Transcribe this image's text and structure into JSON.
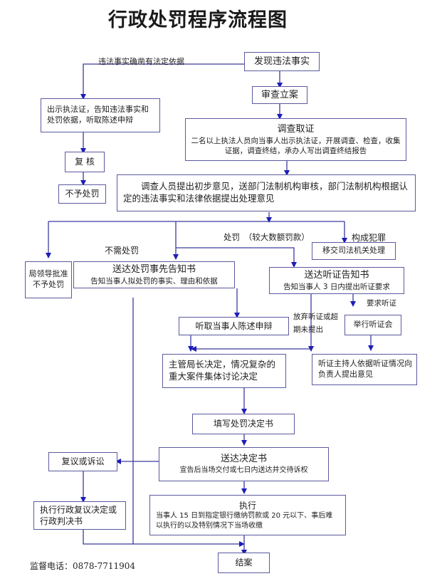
{
  "title": "行政处罚程序流程图",
  "colors": {
    "line": "#3b3a9e",
    "arrow": "#1d1db8",
    "border": "#5b5a9e"
  },
  "nodes": {
    "discover": {
      "text": "发现违法事实"
    },
    "review_filing": {
      "text": "审查立案"
    },
    "investigate": {
      "title": "调查取证",
      "desc": "二名以上执法人员向当事人出示执法证，开展调查、检查，收集证据，调查终结，承办人写出调查终结报告"
    },
    "summary_notice": {
      "text": "出示执法证，告知违法事实和处罚依据，听取陈述申辩"
    },
    "recheck": {
      "text": "复 核"
    },
    "no_penalty": {
      "text": "不予处罚"
    },
    "preliminary_opinion": {
      "text": "调查人员提出初步意见，送部门法制机构审核，部门法制机构根据认定的违法事实和法律依据提出处理意见"
    },
    "director_approve_no_penalty": {
      "text": "局领导批准不予处罚"
    },
    "prior_notice": {
      "title": "送达处罚事先告知书",
      "desc": "告知当事人拟处罚的事实、理由和依据"
    },
    "transfer_judicial": {
      "text": "移交司法机关处理"
    },
    "hearing_notice": {
      "title": "送达听证告知书",
      "desc": "告知当事人 3 日内提出听证要求"
    },
    "hear_statement": {
      "text": "听取当事人陈述申辩"
    },
    "hold_hearing": {
      "text": "举行听证会"
    },
    "director_decide": {
      "text": "主管局长决定，情况复杂的重大案件集体讨论决定"
    },
    "hearing_host_opinion": {
      "text": "听证主持人依据听证情况向负责人提出意见"
    },
    "write_decision": {
      "text": "填写处罚决定书"
    },
    "deliver_decision": {
      "title": "送达决定书",
      "desc": "宣告后当场交付或七日内送达并交待诉权"
    },
    "reconsider_litigation": {
      "text": "复议或诉讼"
    },
    "execute": {
      "title": "执行",
      "desc": "当事人 15 日到指定银行缴纳罚款或 20 元以下、事后难以执行的以及特别情况下当场收缴"
    },
    "execute_review_decision": {
      "text": "执行行政复议决定或行政判决书"
    },
    "close_case": {
      "text": "结案"
    }
  },
  "edge_labels": {
    "summary_basis": "违法事实确凿有法定依据",
    "no_penalty_needed": "不需处罚",
    "penalty_large": "处罚　（较大数额罚款）",
    "crime": "构成犯罪",
    "request_hearing": "要求听证",
    "waive_hearing": "放弃听证或超期未提出"
  },
  "footer": {
    "hotline": "监督电话：0878-7711904"
  }
}
